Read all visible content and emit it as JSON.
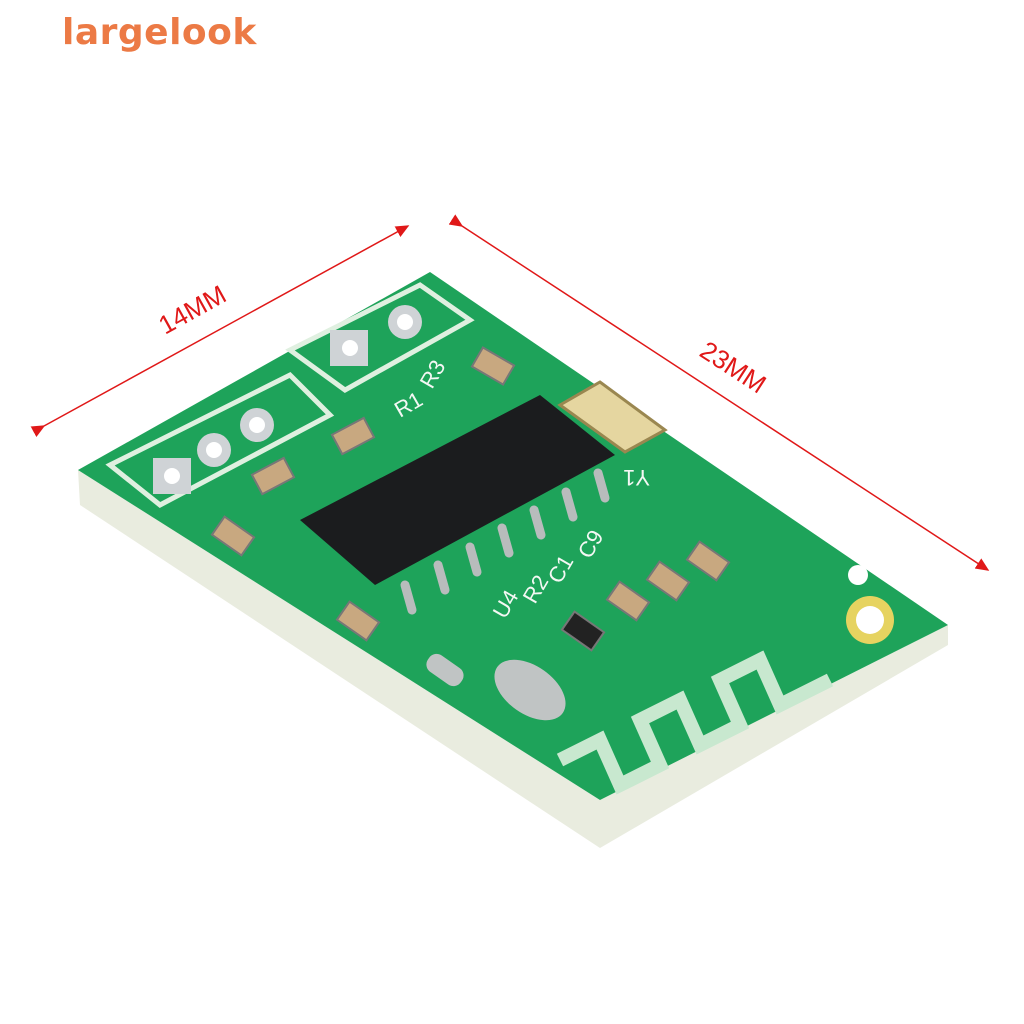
{
  "brand": "largelook",
  "dimensions": {
    "width_label": "14MM",
    "length_label": "23MM",
    "arrow_color": "#e01818"
  },
  "board": {
    "color": "#1ea35a",
    "silkscreen_labels": [
      "R1",
      "R3",
      "Y1",
      "C9",
      "C1",
      "R2",
      "U4"
    ]
  }
}
